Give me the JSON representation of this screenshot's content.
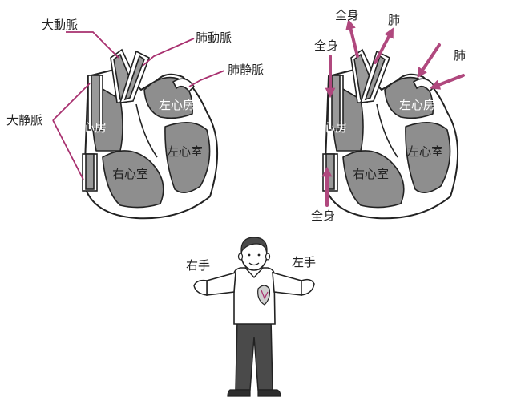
{
  "left_diagram": {
    "labels": {
      "aorta": "大動脈",
      "pulmonary_artery": "肺動脈",
      "pulmonary_vein": "肺静脈",
      "vena_cava": "大静脈",
      "right_atrium": "右心房",
      "right_ventricle": "右心室",
      "left_atrium": "左心房",
      "left_ventricle": "左心室"
    }
  },
  "right_diagram": {
    "labels": {
      "whole_body_top": "全身",
      "lung_top": "肺",
      "whole_body_left": "全身",
      "lung_right": "肺",
      "whole_body_bottom": "全身",
      "right_atrium": "右心房",
      "right_ventricle": "右心室",
      "left_atrium": "左心房",
      "left_ventricle": "左心室"
    }
  },
  "person": {
    "right_hand": "右手",
    "left_hand": "左手"
  },
  "colors": {
    "accent": "#a8306f",
    "chamber": "#8e8e8e",
    "outline": "#222222"
  }
}
